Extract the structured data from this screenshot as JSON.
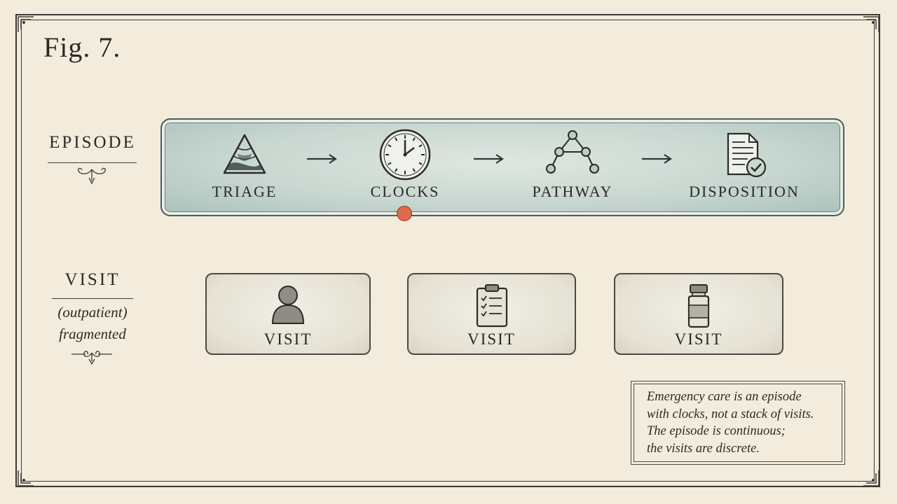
{
  "figure": {
    "title": "Fig. 7."
  },
  "episode_row": {
    "label": "EPISODE",
    "steps": [
      {
        "label": "TRIAGE",
        "icon": "triangle-triage-icon"
      },
      {
        "label": "CLOCKS",
        "icon": "clock-icon"
      },
      {
        "label": "PATHWAY",
        "icon": "network-pathway-icon"
      },
      {
        "label": "DISPOSITION",
        "icon": "document-check-icon"
      }
    ],
    "band_color": "#b9cdc6",
    "marker_color": "#df6a4e"
  },
  "visit_row": {
    "label": "VISIT",
    "sublabel_1": "(outpatient)",
    "sublabel_2": "fragmented",
    "cards": [
      {
        "label": "VISIT",
        "icon": "person-icon"
      },
      {
        "label": "VISIT",
        "icon": "clipboard-checklist-icon"
      },
      {
        "label": "VISIT",
        "icon": "medicine-bottle-icon"
      }
    ]
  },
  "note": {
    "lines": [
      "Emergency care is an episode",
      "with clocks, not a stack of visits.",
      "The episode is continuous;",
      "the visits are discrete."
    ]
  }
}
